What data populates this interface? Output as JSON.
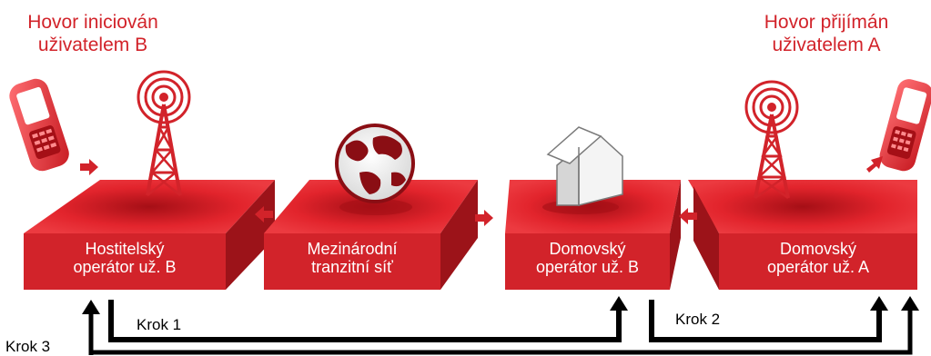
{
  "caller_labels": {
    "left_line1": "Hovor iniciován",
    "left_line2": "uživatelem B",
    "right_line1": "Hovor přijímán",
    "right_line2": "uživatelem A"
  },
  "boxes": [
    {
      "line1": "Hostitelský",
      "line2": "operátor už. B",
      "icon": "tower-icon"
    },
    {
      "line1": "Mezinárodní",
      "line2": "tranzitní síť",
      "icon": "globe-icon"
    },
    {
      "line1": "Domovský",
      "line2": "operátor už. B",
      "icon": "house-icon"
    },
    {
      "line1": "Domovský",
      "line2": "operátor už. A",
      "icon": "tower-icon"
    }
  ],
  "steps": {
    "step1": "Krok 1",
    "step2": "Krok 2",
    "step3": "Krok 3"
  },
  "colors": {
    "brand_red": "#d2232a",
    "text_on_red": "#ffffff",
    "step_line": "#000000"
  }
}
